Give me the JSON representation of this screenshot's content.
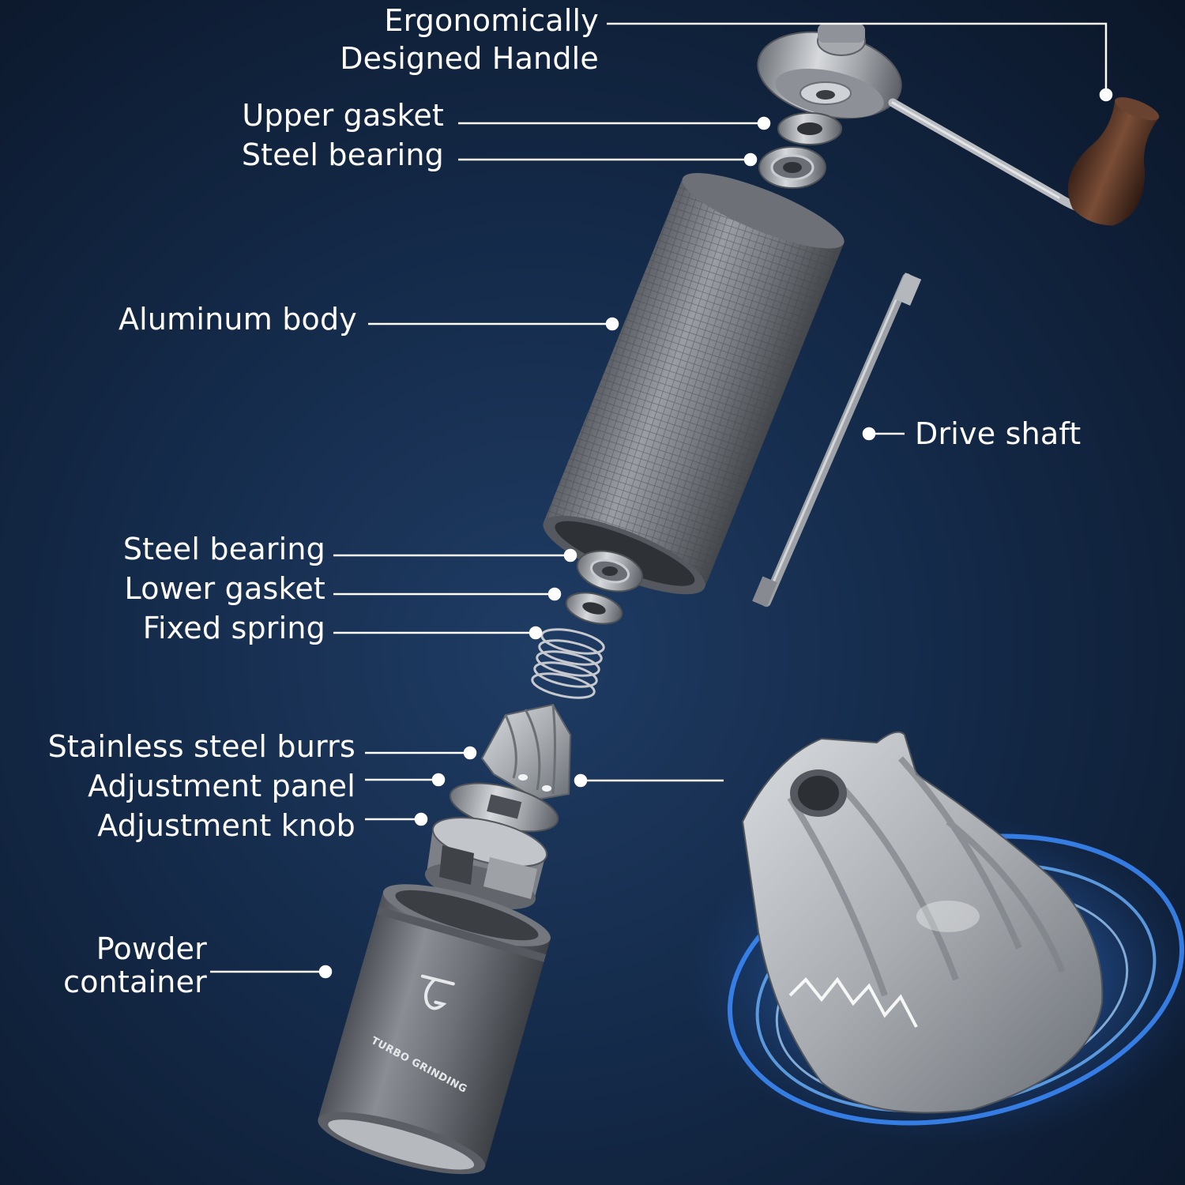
{
  "labels": {
    "handle_line1": "Ergonomically",
    "handle_line2": "Designed Handle",
    "upper_gasket": "Upper gasket",
    "steel_bearing_top": "Steel bearing",
    "aluminum_body": "Aluminum body",
    "drive_shaft": "Drive shaft",
    "steel_bearing_bottom": "Steel bearing",
    "lower_gasket": "Lower gasket",
    "fixed_spring": "Fixed spring",
    "burrs": "Stainless steel burrs",
    "adjustment_panel": "Adjustment panel",
    "adjustment_knob": "Adjustment knob",
    "powder_line1": "Powder",
    "powder_line2": "container"
  },
  "brand": {
    "logo_letter": "G",
    "name": "TURBO GRINDING"
  },
  "colors": {
    "background": "#142a49",
    "label_text": "#ffffff",
    "leader_line": "#ffffff",
    "metal": "#8c9097",
    "wood": "#5a3726",
    "glow": "#3c8cff"
  }
}
